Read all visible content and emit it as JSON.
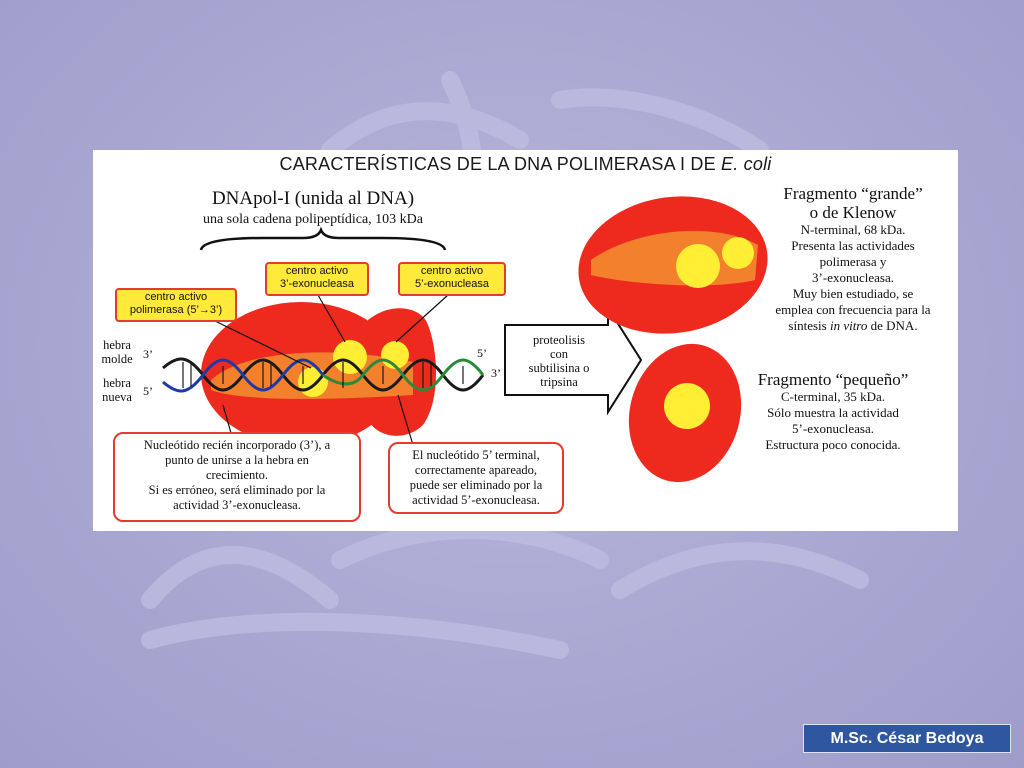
{
  "title": {
    "main": "CARACTERÍSTICAS DE LA DNA POLIMERASA I DE ",
    "species": "E. coli"
  },
  "enzyme": {
    "name": "DNApol-I (unida al DNA)",
    "desc": "una sola cadena polipeptídica, 103 kDa"
  },
  "sites": {
    "polymerase": [
      "centro activo",
      "polimerasa (5’→3’)"
    ],
    "exo3": [
      "centro activo",
      "3’-exonucleasa"
    ],
    "exo5": [
      "centro activo",
      "5’-exonucleasa"
    ]
  },
  "strands": {
    "template_label": [
      "hebra",
      "molde"
    ],
    "new_label": [
      "hebra",
      "nueva"
    ],
    "left_top": "3’",
    "left_bottom": "5’",
    "right_top": "5’",
    "right_bottom": "3’"
  },
  "arrow_text": [
    "proteolisis",
    "con",
    "subtilisina o",
    "tripsina"
  ],
  "notes": {
    "incorporated": [
      "Nucleótido recién incorporado (3’), a",
      "punto de unirse a la hebra en",
      "crecimiento.",
      "Si es erróneo, será eliminado por la",
      "actividad 3’-exonucleasa."
    ],
    "terminal": [
      "El nucleótido 5’ terminal,",
      "correctamente apareado,",
      "puede ser eliminado por la",
      "actividad 5’-exonucleasa."
    ]
  },
  "large_fragment": {
    "title": [
      "Fragmento “grande”",
      "o de Klenow"
    ],
    "lines": [
      "N-terminal, 68 kDa.",
      "Presenta las actividades",
      "polimerasa y",
      "3’-exonucleasa.",
      "Muy bien estudiado, se",
      "emplea con frecuencia para la"
    ],
    "last_line": {
      "pre": "síntesis ",
      "italic": "in vitro",
      "post": " de DNA."
    }
  },
  "small_fragment": {
    "title": "Fragmento “pequeño”",
    "lines": [
      "C-terminal, 35 kDa.",
      "Sólo muestra la actividad",
      "5’-exonucleasa.",
      "Estructura poco conocida."
    ]
  },
  "author": "M.Sc. César Bedoya",
  "colors": {
    "protein": "#ee2a1f",
    "site": "#ffee33",
    "box_border": "#e33b2e",
    "badge": "#2f57a0",
    "background": "#a9a8d2"
  }
}
